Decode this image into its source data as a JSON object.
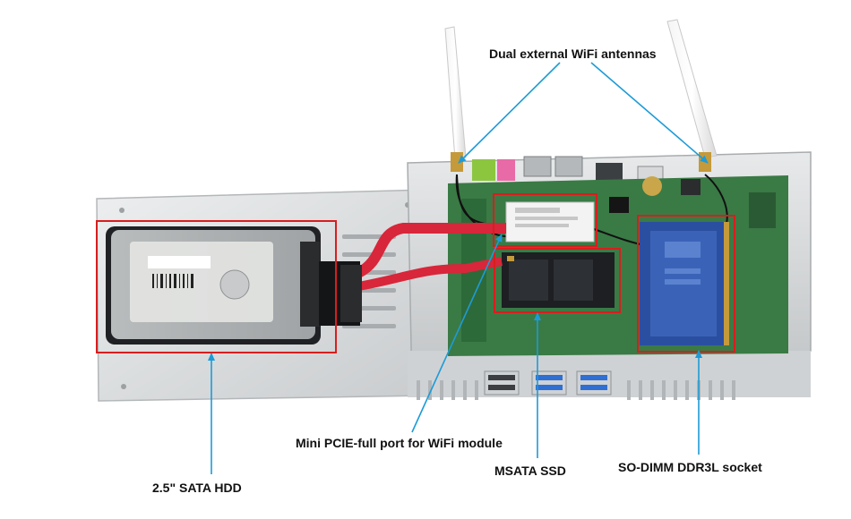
{
  "callouts": {
    "antennas": "Dual external WiFi antennas",
    "pcie": "Mini PCIE-full port for WiFi module",
    "msata": "MSATA SSD",
    "sodimm": "SO-DIMM DDR3L socket",
    "hdd": "2.5\" SATA HDD"
  },
  "colors": {
    "arrow": "#1e9bd7",
    "highlight_box": "#d81e1e",
    "chassis": "#d9dcde",
    "board": "#3a7a45",
    "ram": "#2a4fa0",
    "sata_cable": "#d8263a"
  }
}
